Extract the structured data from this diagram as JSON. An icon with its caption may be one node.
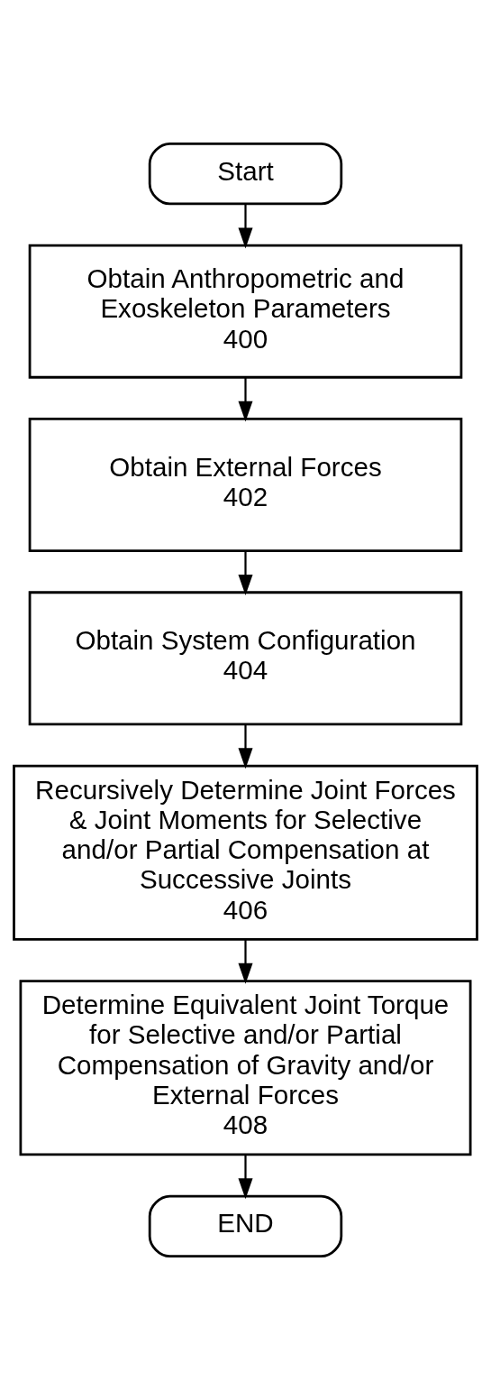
{
  "diagram": {
    "nodes": [
      {
        "text": [
          "Start"
        ]
      },
      {
        "text": [
          "Obtain Anthropometric and Exoskeleton Parameters",
          "400"
        ]
      },
      {
        "text": [
          "Obtain External Forces",
          "402"
        ]
      },
      {
        "text": [
          "Obtain System Configuration",
          "404"
        ]
      },
      {
        "text": [
          "Recursively Determine Joint Forces & Joint Moments for Selective and/or Partial Compensation at Successive Joints",
          "406"
        ]
      },
      {
        "text": [
          "Determine Equivalent Joint Torque for Selective and/or Partial Compensation of Gravity and/or External Forces",
          "408"
        ]
      },
      {
        "text": [
          "END"
        ]
      }
    ],
    "edges": [
      {
        "from": 0,
        "to": 1,
        "arrow": "to"
      },
      {
        "from": 1,
        "to": 2,
        "arrow": "to"
      },
      {
        "from": 2,
        "to": 3,
        "arrow": "to"
      },
      {
        "from": 3,
        "to": 4,
        "arrow": "to"
      },
      {
        "from": 4,
        "to": 5,
        "arrow": "to"
      },
      {
        "from": 5,
        "to": 6,
        "arrow": "to"
      }
    ]
  }
}
